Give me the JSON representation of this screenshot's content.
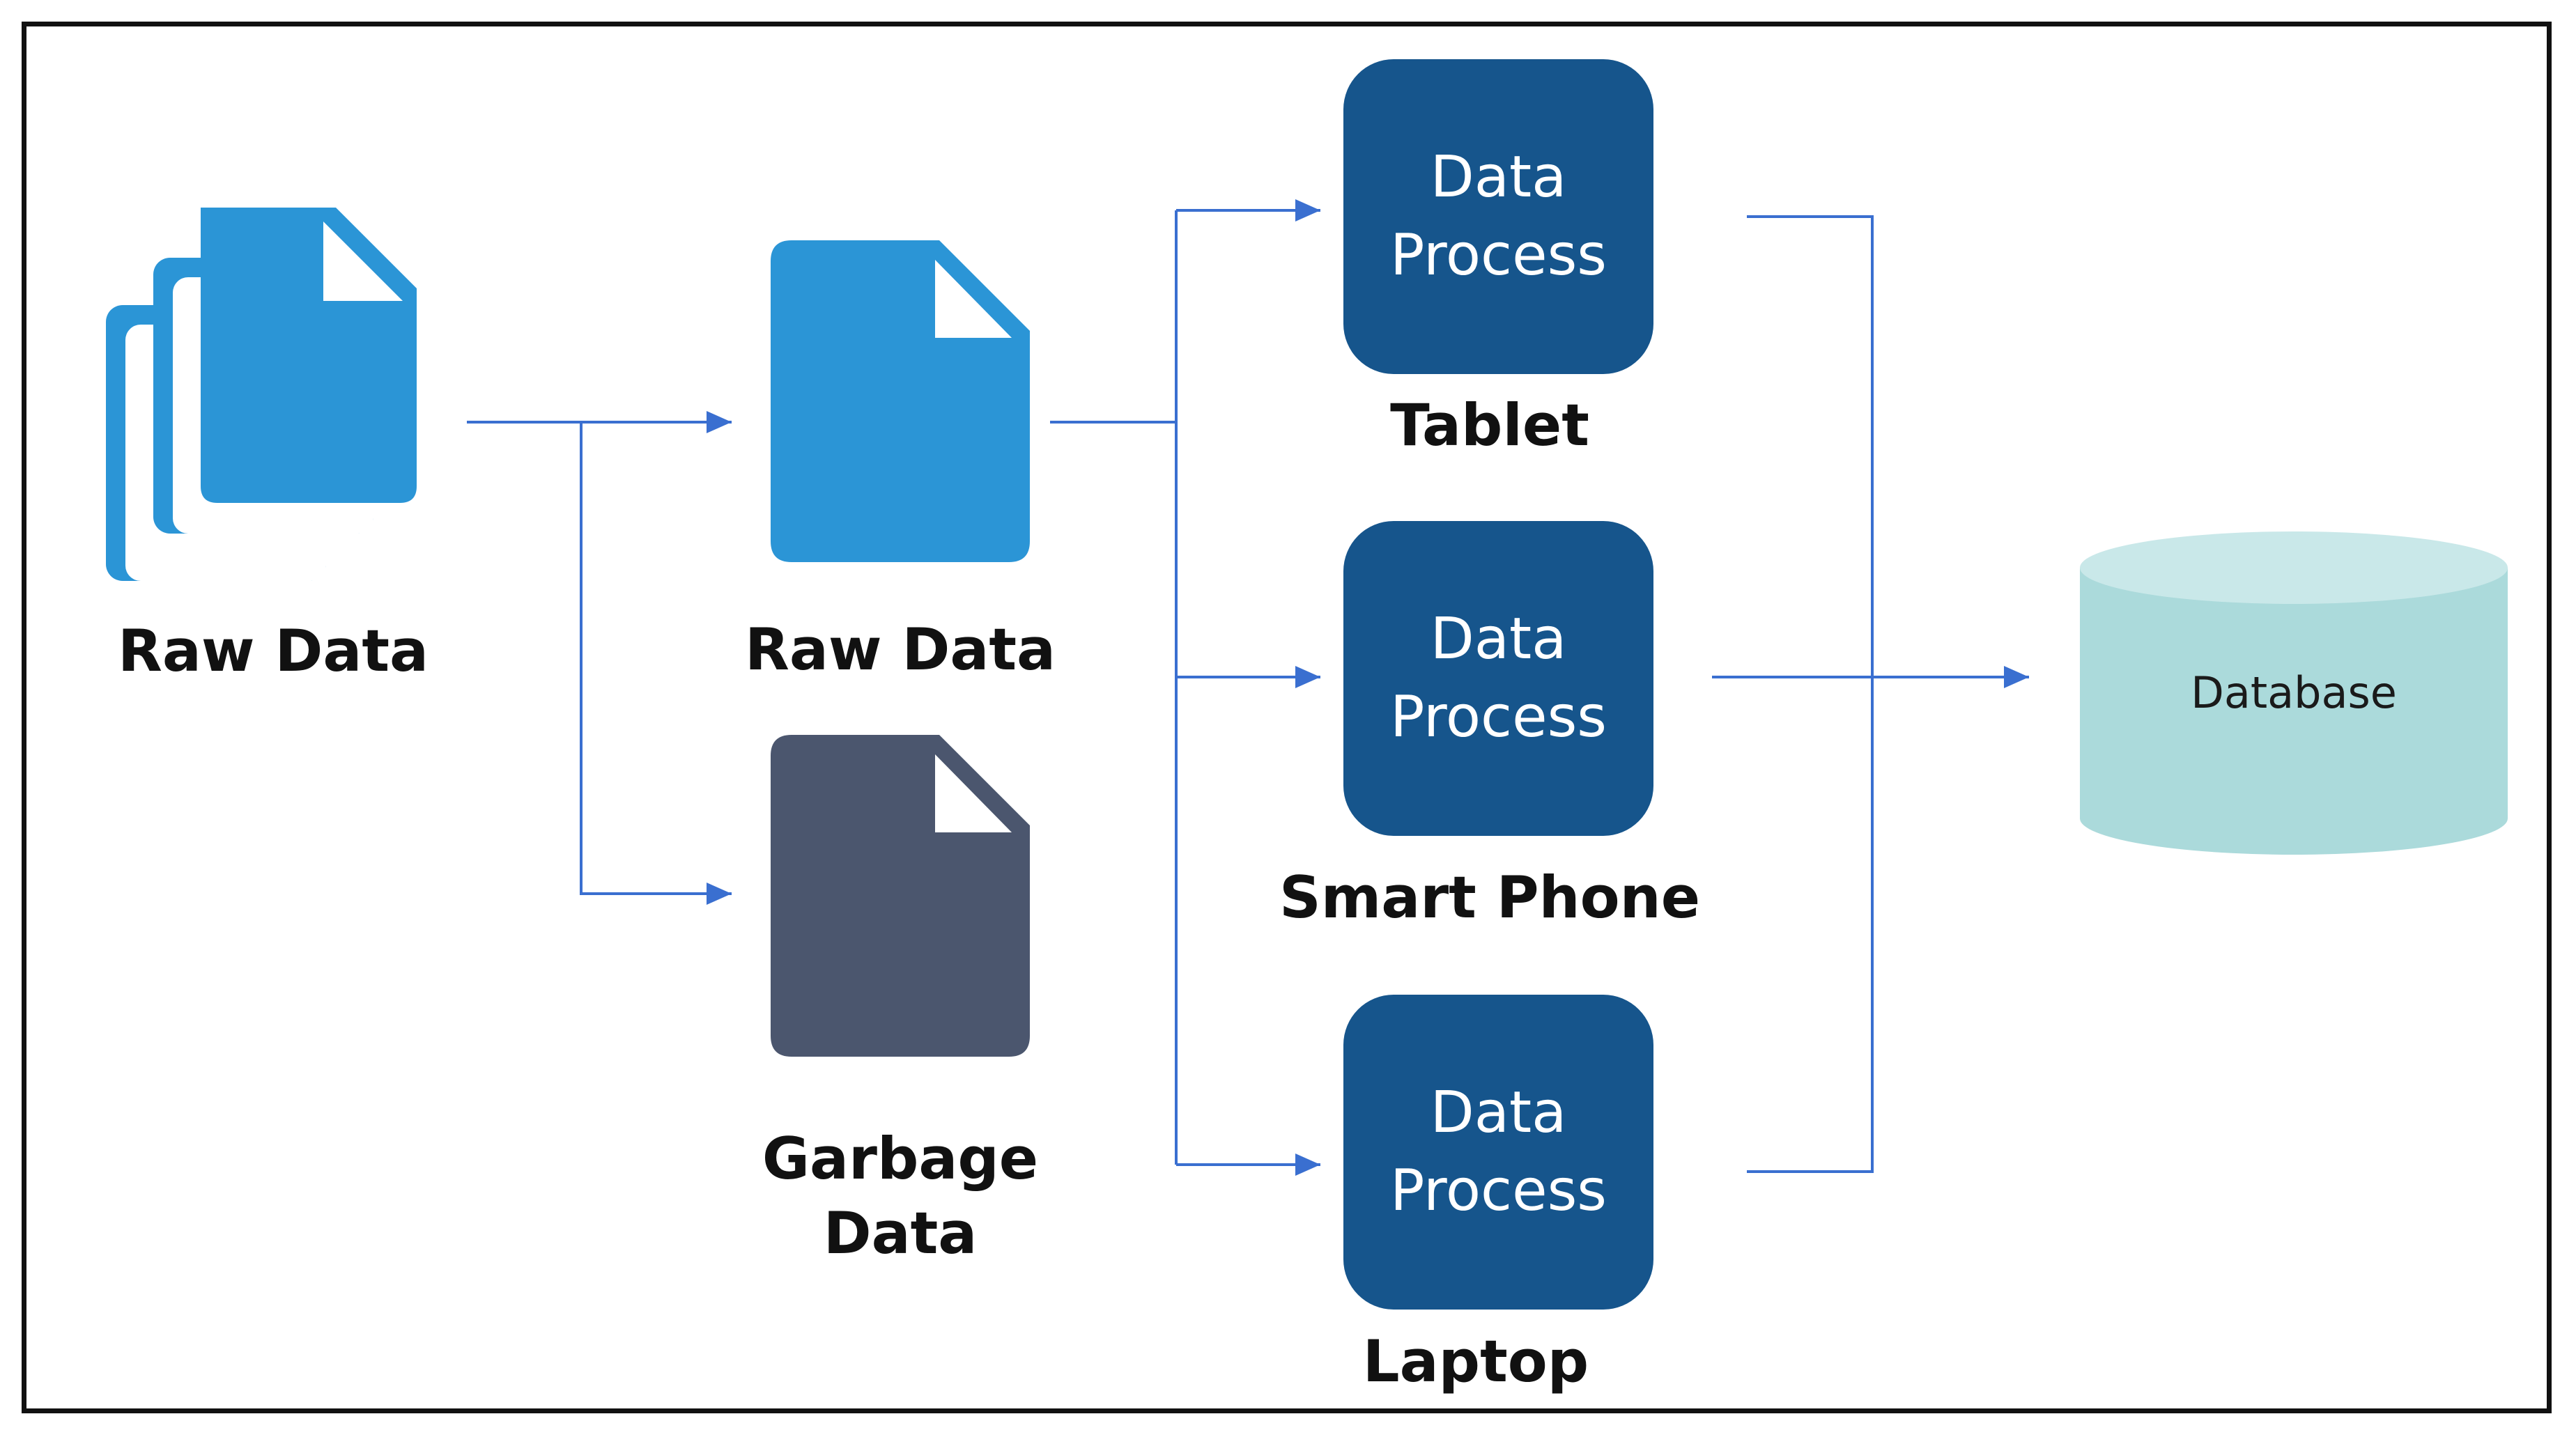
{
  "colors": {
    "doc_blue": "#2b95d6",
    "doc_gray": "#4b566e",
    "process_blue": "#16558c",
    "database_teal": "#abdadb",
    "database_top": "#c9e8e9",
    "arrow": "#3a6fd0",
    "frame": "#111111"
  },
  "icons": {
    "raw_stack": "document-stack-icon",
    "raw_single": "document-icon",
    "garbage": "document-icon",
    "database": "database-cylinder-icon"
  },
  "source": {
    "label": "Raw Data"
  },
  "filter": {
    "raw_label": "Raw Data",
    "garbage_label_line1": "Garbage",
    "garbage_label_line2": "Data"
  },
  "processes": [
    {
      "line1": "Data",
      "line2": "Process",
      "device": "Tablet"
    },
    {
      "line1": "Data",
      "line2": "Process",
      "device": "Smart Phone"
    },
    {
      "line1": "Data",
      "line2": "Process",
      "device": "Laptop"
    }
  ],
  "database": {
    "label": "Database"
  }
}
